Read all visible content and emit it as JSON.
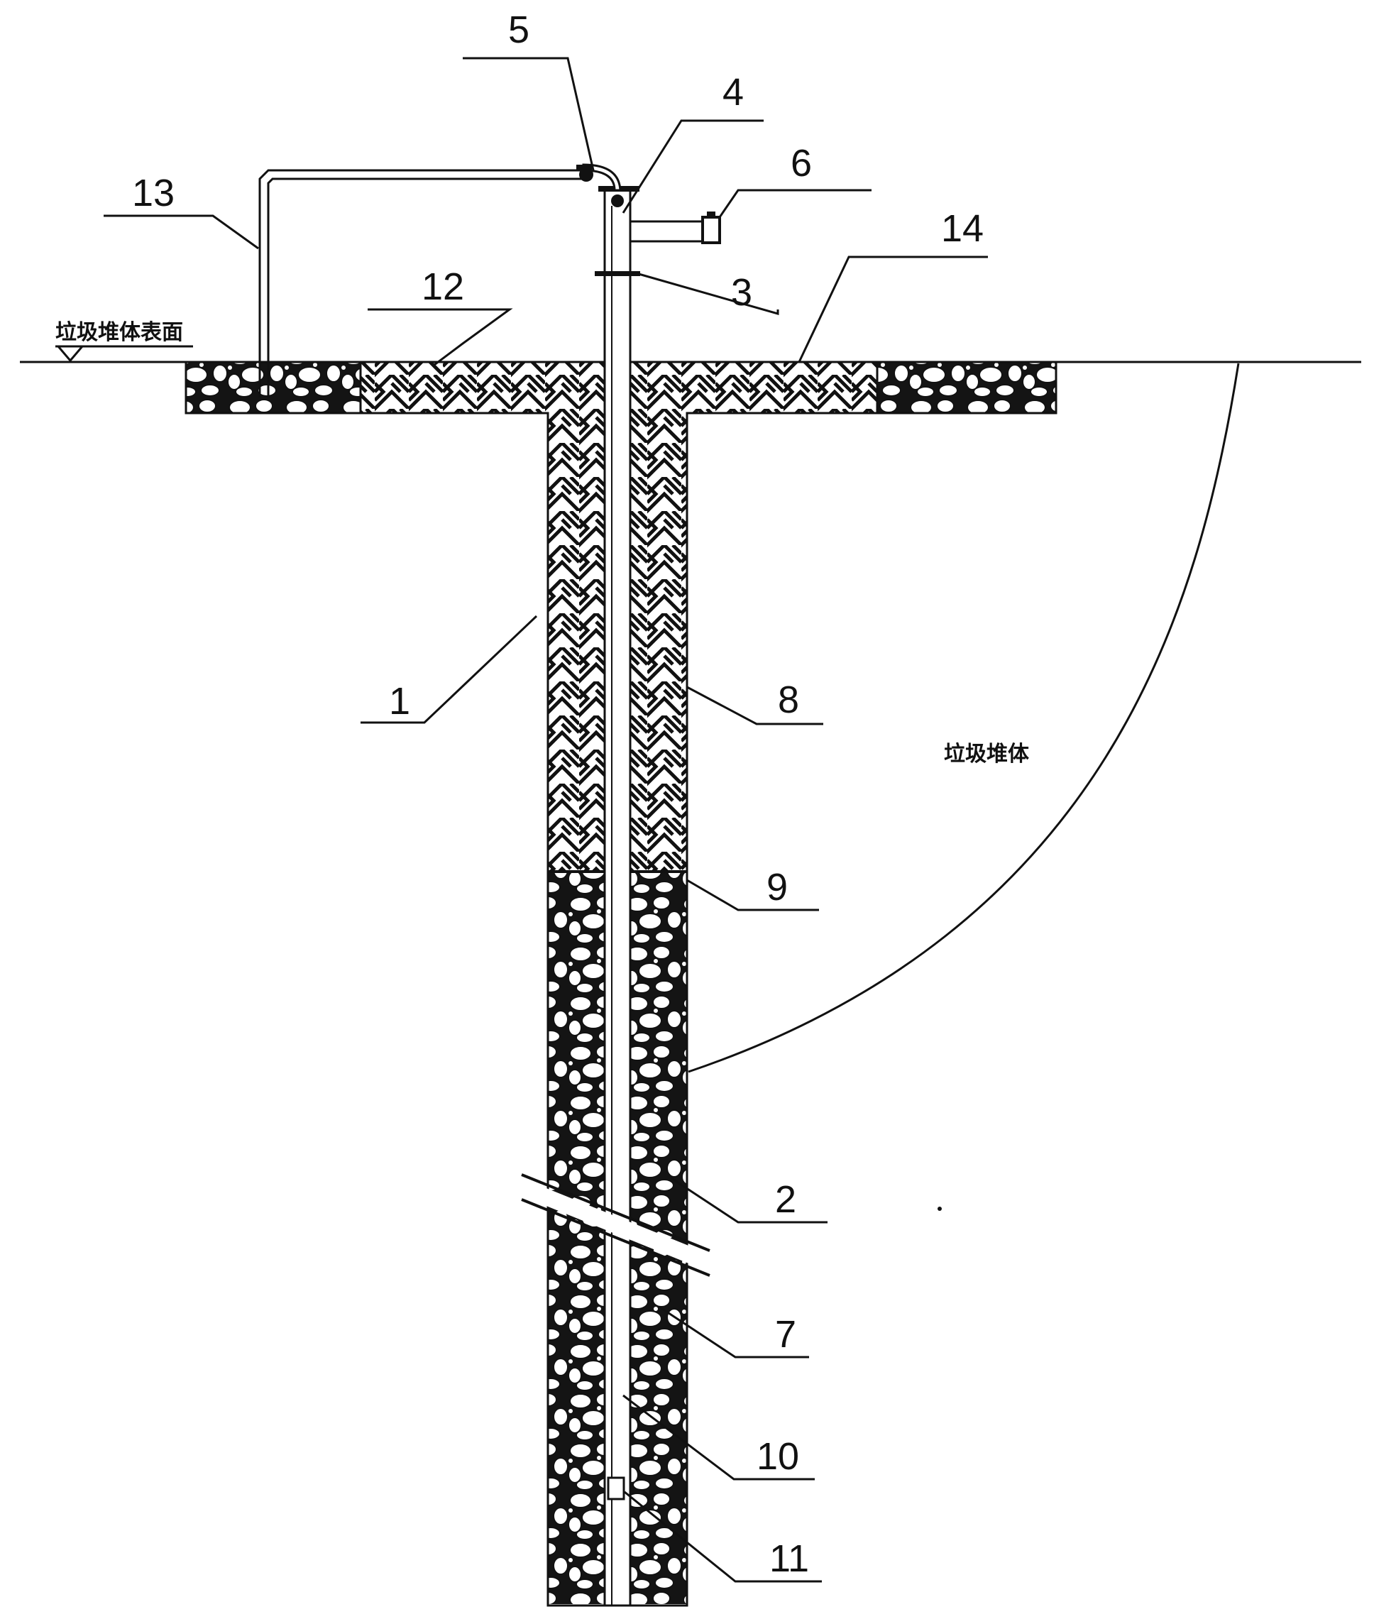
{
  "labels": {
    "surface": "垃圾堆体表面",
    "landfill": "垃圾堆体",
    "c1": "1",
    "c2": "2",
    "c3": "3",
    "c4": "4",
    "c5": "5",
    "c6": "6",
    "c7": "7",
    "c8": "8",
    "c9": "9",
    "c10": "10",
    "c11": "11",
    "c12": "12",
    "c13": "13",
    "c14": "14"
  }
}
